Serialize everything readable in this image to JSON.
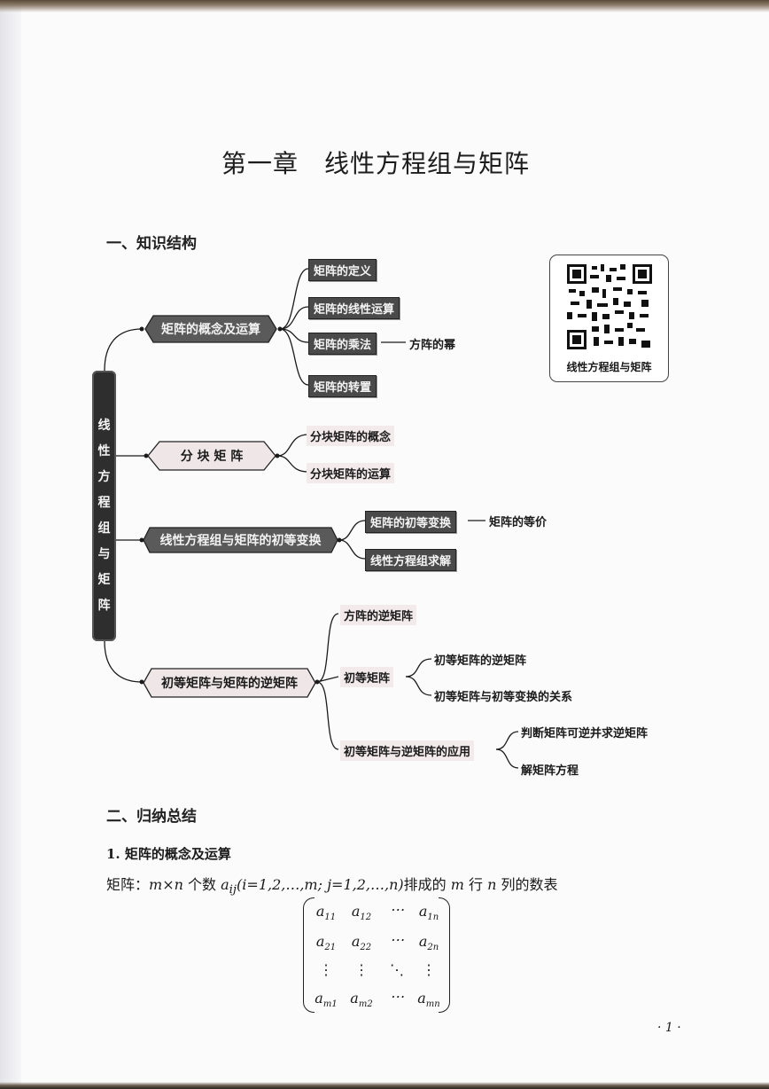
{
  "page": {
    "chapter_title": "第一章　线性方程组与矩阵",
    "page_number": "· 1 ·"
  },
  "section1": {
    "heading": "一、知识结构",
    "root_label": [
      "线",
      "性",
      "方",
      "程",
      "组",
      "与",
      "矩",
      "阵"
    ],
    "qr_caption": "线性方程组与矩阵",
    "branches": [
      {
        "label": "矩阵的概念及运算",
        "children": [
          {
            "label": "矩阵的定义"
          },
          {
            "label": "矩阵的线性运算"
          },
          {
            "label": "矩阵的乘法",
            "extra": "方阵的幂"
          },
          {
            "label": "矩阵的转置"
          }
        ]
      },
      {
        "label": "分 块 矩 阵",
        "children": [
          {
            "label": "分块矩阵的概念"
          },
          {
            "label": "分块矩阵的运算"
          }
        ]
      },
      {
        "label": "线性方程组与矩阵的初等变换",
        "children": [
          {
            "label": "矩阵的初等变换",
            "extra": "矩阵的等价"
          },
          {
            "label": "线性方程组求解"
          }
        ]
      },
      {
        "label": "初等矩阵与矩阵的逆矩阵",
        "children": [
          {
            "label": "方阵的逆矩阵"
          },
          {
            "label": "初等矩阵",
            "children": [
              {
                "label": "初等矩阵的逆矩阵"
              },
              {
                "label": "初等矩阵与初等变换的关系"
              }
            ]
          },
          {
            "label": "初等矩阵与逆矩阵的应用",
            "children": [
              {
                "label": "判断矩阵可逆并求逆矩阵"
              },
              {
                "label": "解矩阵方程"
              }
            ]
          }
        ]
      }
    ]
  },
  "section2": {
    "heading": "二、归纳总结",
    "subheading": "1. 矩阵的概念及运算",
    "definition": {
      "prefix": "矩阵：",
      "mxn": "m×n",
      "t1": " 个数 ",
      "aij": "a",
      "aij_sub": "ij",
      "range": "(i=1,2,…,m; j=1,2,…,n)",
      "t2": "排成的 ",
      "m": "m",
      "t3": " 行 ",
      "n": "n",
      "t4": " 列的数表"
    },
    "matrix": [
      [
        {
          "b": "a",
          "s": "11"
        },
        {
          "b": "a",
          "s": "12"
        },
        {
          "b": "⋯",
          "s": ""
        },
        {
          "b": "a",
          "s": "1n"
        }
      ],
      [
        {
          "b": "a",
          "s": "21"
        },
        {
          "b": "a",
          "s": "22"
        },
        {
          "b": "⋯",
          "s": ""
        },
        {
          "b": "a",
          "s": "2n"
        }
      ],
      [
        {
          "b": "⋮",
          "s": ""
        },
        {
          "b": "⋮",
          "s": ""
        },
        {
          "b": "⋱",
          "s": ""
        },
        {
          "b": "⋮",
          "s": ""
        }
      ],
      [
        {
          "b": "a",
          "s": "m1"
        },
        {
          "b": "a",
          "s": "m2"
        },
        {
          "b": "⋯",
          "s": ""
        },
        {
          "b": "a",
          "s": "mn"
        }
      ]
    ]
  },
  "colors": {
    "dark_node": "#4a4a4a",
    "light_node": "#f3eaec",
    "root": "#2e2e2e"
  }
}
